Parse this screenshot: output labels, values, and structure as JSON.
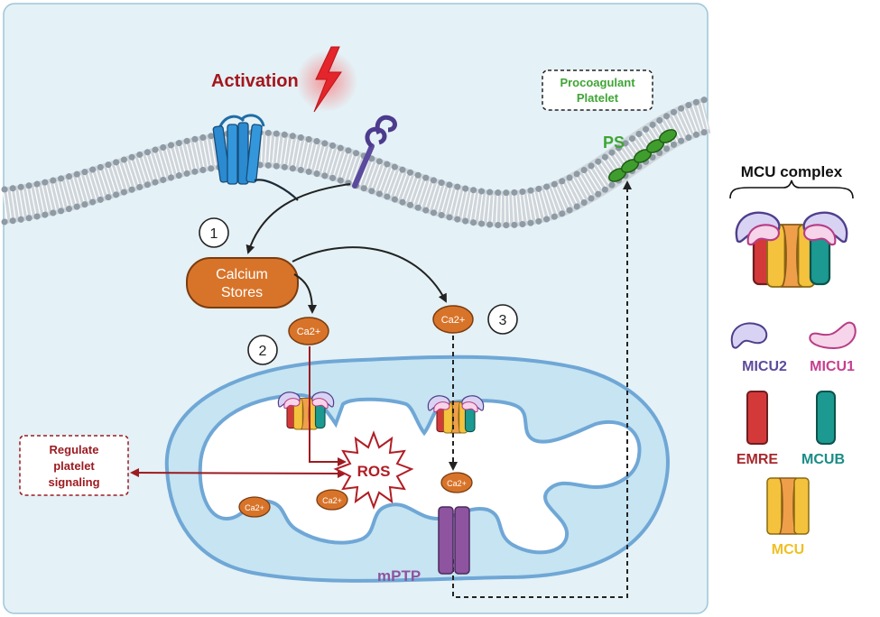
{
  "labels": {
    "activation": "Activation",
    "procoagulant_line1": "Procoagulant",
    "procoagulant_line2": "Platelet",
    "ps": "PS",
    "step1": "1",
    "step2": "2",
    "step3": "3",
    "calcium_stores_line1": "Calcium",
    "calcium_stores_line2": "Stores",
    "ca_ion": "Ca2+",
    "ros": "ROS",
    "regulate_line1": "Regulate",
    "regulate_line2": "platelet",
    "regulate_line3": "signaling",
    "mptp": "mPTP"
  },
  "legend": {
    "title": "MCU complex",
    "micu2": "MICU2",
    "micu1": "MICU1",
    "emre": "EMRE",
    "mcub": "MCUB",
    "mcu": "MCU"
  },
  "colors": {
    "activation": "#a3161d",
    "procoagulant": "#3fa535",
    "mptp": "#8e54a0",
    "micu2": "#5d4a9c",
    "micu1": "#c83d8f",
    "emre": "#a8282d",
    "mcub": "#198c86",
    "mcu": "#f0c020",
    "regulate": "#9c1b21"
  }
}
